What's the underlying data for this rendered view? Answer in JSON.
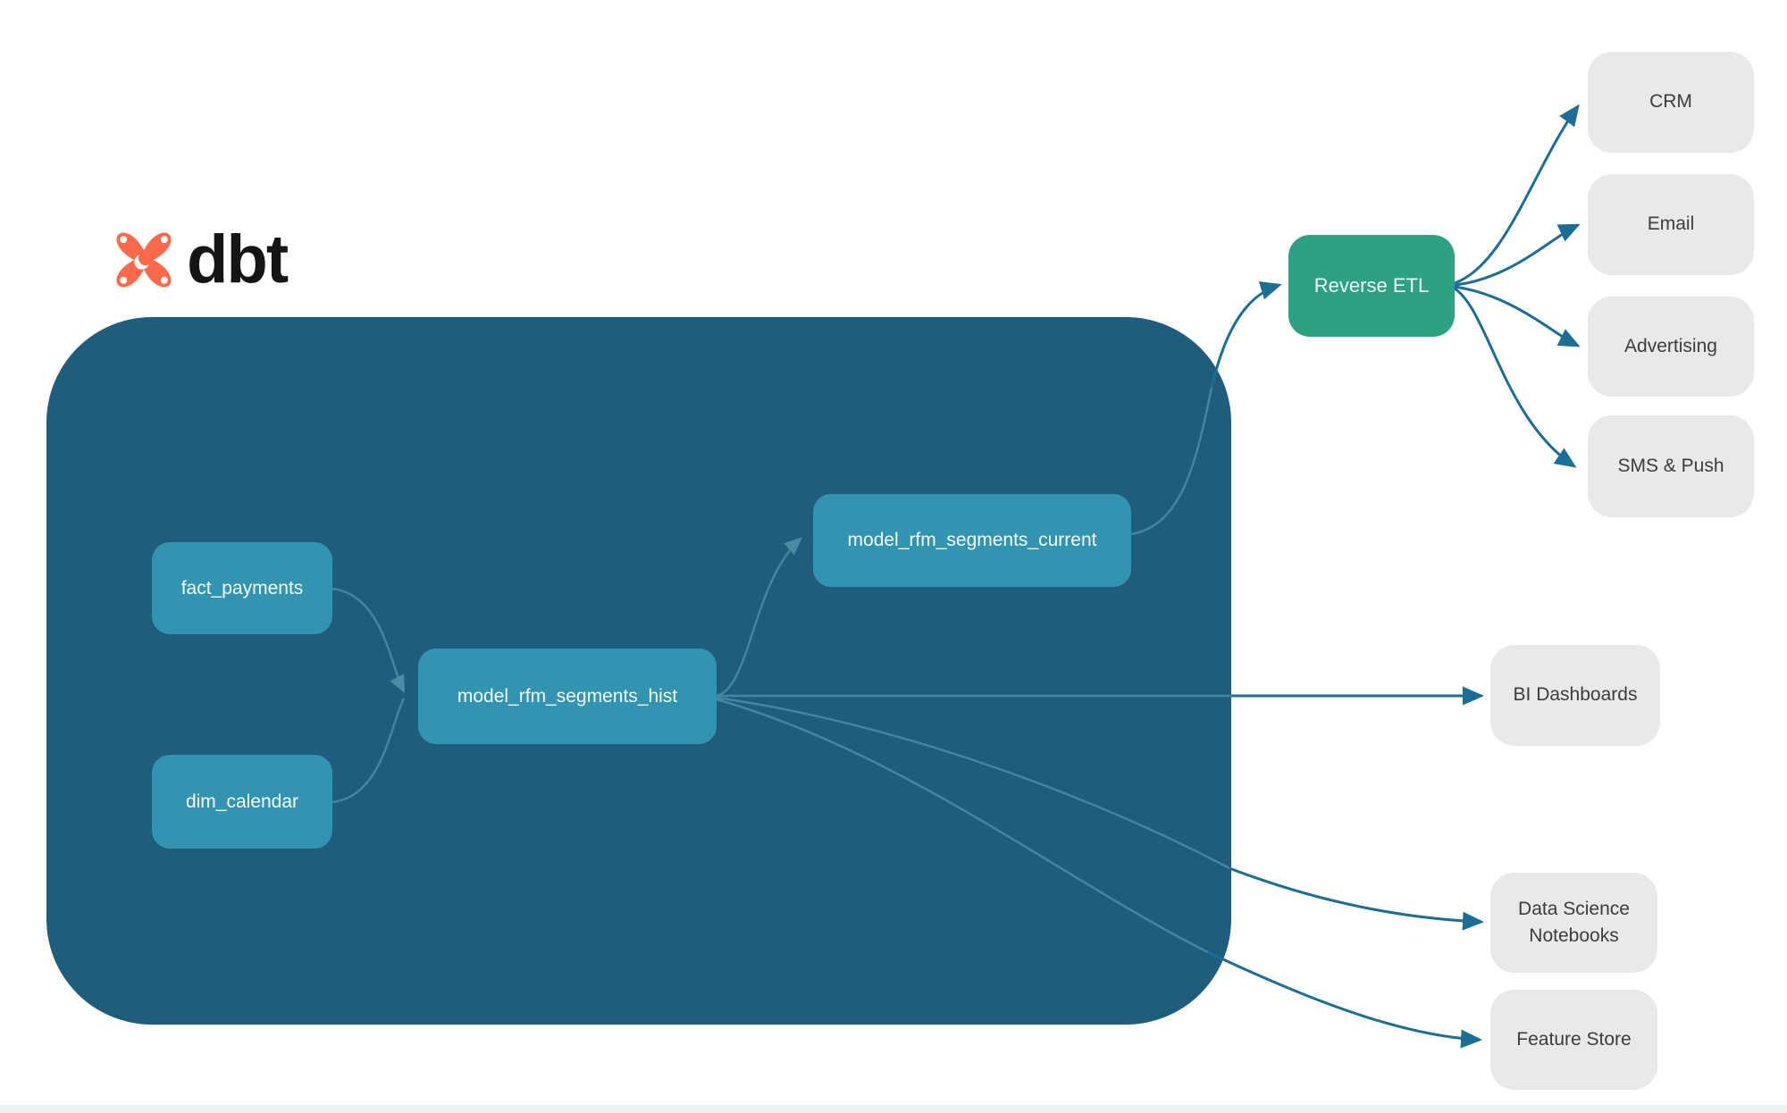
{
  "brand": {
    "name": "dbt"
  },
  "colors": {
    "warehouse_container": "#205C7C",
    "model_node": "#3394B1",
    "reverse_etl_node": "#2DA183",
    "destination_node": "#E9E9E9",
    "destination_text": "#3C3C3C",
    "arrow_outside": "#1D6E94",
    "arrow_inside": "#43869F",
    "logo_orange": "#FF694B",
    "logo_text": "#151515"
  },
  "nodes": {
    "fact_payments": {
      "label": "fact_payments"
    },
    "dim_calendar": {
      "label": "dim_calendar"
    },
    "model_rfm_segments_hist": {
      "label": "model_rfm_segments_hist"
    },
    "model_rfm_segments_current": {
      "label": "model_rfm_segments_current"
    },
    "reverse_etl": {
      "label": "Reverse ETL"
    },
    "crm": {
      "label": "CRM"
    },
    "email": {
      "label": "Email"
    },
    "advertising": {
      "label": "Advertising"
    },
    "sms_push": {
      "label": "SMS & Push"
    },
    "bi_dashboards": {
      "label": "BI Dashboards"
    },
    "ds_notebooks": {
      "label": "Data Science Notebooks"
    },
    "feature_store": {
      "label": "Feature Store"
    }
  },
  "edges": [
    {
      "from": "fact_payments",
      "to": "model_rfm_segments_hist"
    },
    {
      "from": "dim_calendar",
      "to": "model_rfm_segments_hist"
    },
    {
      "from": "model_rfm_segments_hist",
      "to": "model_rfm_segments_current"
    },
    {
      "from": "model_rfm_segments_current",
      "to": "Reverse ETL"
    },
    {
      "from": "Reverse ETL",
      "to": "CRM"
    },
    {
      "from": "Reverse ETL",
      "to": "Email"
    },
    {
      "from": "Reverse ETL",
      "to": "Advertising"
    },
    {
      "from": "Reverse ETL",
      "to": "SMS & Push"
    },
    {
      "from": "model_rfm_segments_hist",
      "to": "BI Dashboards"
    },
    {
      "from": "model_rfm_segments_hist",
      "to": "Data Science Notebooks"
    },
    {
      "from": "model_rfm_segments_hist",
      "to": "Feature Store"
    }
  ]
}
